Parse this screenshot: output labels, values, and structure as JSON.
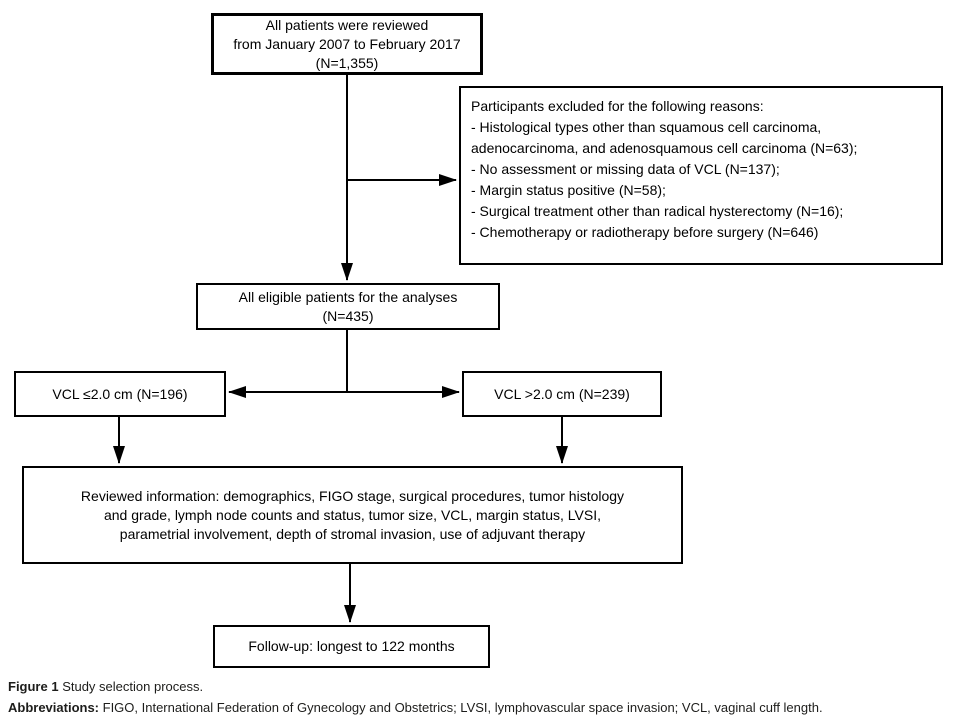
{
  "flowchart": {
    "boxes": {
      "all_patients": "All patients were reviewed\nfrom January 2007 to February 2017\n(N=1,355)",
      "excluded": "Participants excluded for the following reasons:\n- Histological types other than squamous cell carcinoma,\nadenocarcinoma, and adenosquamous cell carcinoma (N=63);\n- No assessment or missing data of VCL (N=137);\n- Margin status positive (N=58);\n- Surgical treatment other than radical hysterectomy (N=16);\n- Chemotherapy or radiotherapy before surgery (N=646)",
      "eligible": "All eligible patients for the analyses\n(N=435)",
      "vcl_low": "VCL ≤2.0 cm (N=196)",
      "vcl_high": "VCL >2.0 cm (N=239)",
      "reviewed": "Reviewed information: demographics, FIGO stage, surgical procedures, tumor histology\nand grade, lymph node counts and status, tumor size, VCL, margin status, LVSI,\nparametrial involvement, depth of stromal invasion, use of adjuvant therapy",
      "followup": "Follow-up: longest to 122 months"
    }
  },
  "figure": {
    "caption_label": "Figure 1",
    "caption_text": " Study selection process.",
    "abbreviations_label": "Abbreviations:",
    "abbreviations_text": " FIGO, International Federation of Gynecology and Obstetrics; LVSI, lymphovascular space invasion; VCL, vaginal cuff length."
  },
  "colors": {
    "box_border": "#000000",
    "box_text": "#000000",
    "caption_text": "#1d1d1b",
    "background": "#ffffff"
  }
}
